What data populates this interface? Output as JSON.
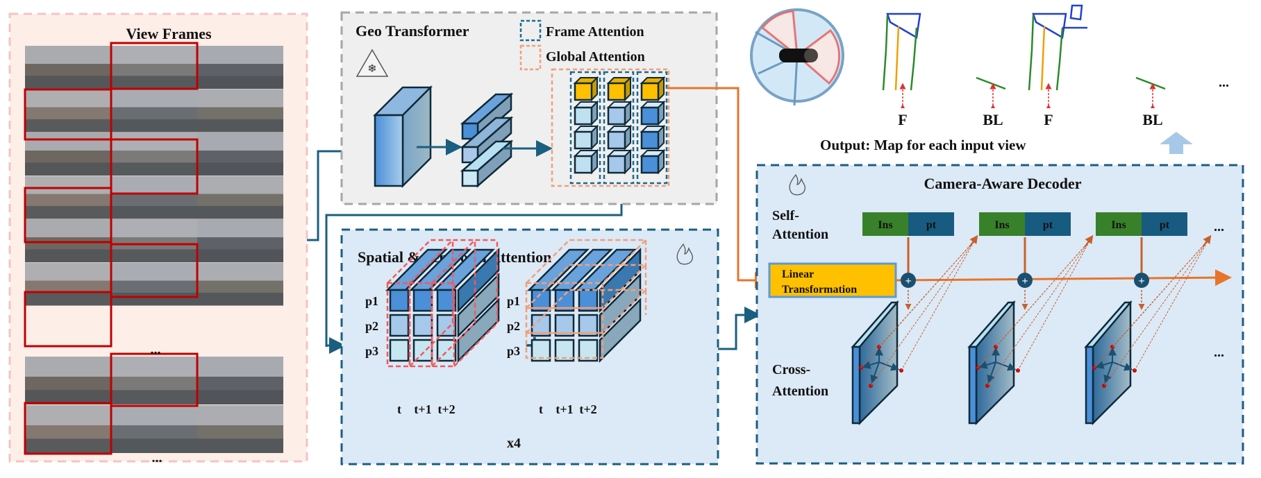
{
  "view_frames": {
    "title": "View Frames",
    "ellipsis_mid": "...",
    "ellipsis_bottom": "...",
    "colors": {
      "panel_bg": "#fdeee8",
      "panel_border": "#f2c4c4",
      "highlight": "#c00000"
    }
  },
  "geo_transformer": {
    "title": "Geo Transformer",
    "icon": "snowflake-warning-icon",
    "legend": [
      {
        "label": "Frame Attention",
        "color": "#1a6b8f"
      },
      {
        "label": "Global Attention",
        "color": "#f0a07a"
      }
    ],
    "colors": {
      "panel_bg": "#efefef",
      "panel_border": "#a6a6a6",
      "query_token": "#ffc000"
    }
  },
  "spatial_temporal": {
    "title": "Spatial & Temporal Attention",
    "icon": "flame-icon",
    "rows": [
      "p1",
      "p2",
      "p3"
    ],
    "cols": [
      "t",
      "t+1",
      "t+2"
    ],
    "plus": "+",
    "repeat": "x4",
    "colors": {
      "panel_bg": "#dce9f6",
      "panel_border": "#1a5f80",
      "spatial": "#f05a5a",
      "temporal": "#f0a07a"
    }
  },
  "output": {
    "title": "Output: Map for each input view",
    "views": [
      {
        "label": "F"
      },
      {
        "label": "BL"
      },
      {
        "label": "F"
      },
      {
        "label": "BL"
      }
    ],
    "ellipsis": "...",
    "colors": {
      "divider": "#2a8a2a",
      "boundary": "#2040d0",
      "ped_crossing": "#f0a000"
    }
  },
  "decoder": {
    "title": "Camera-Aware Decoder",
    "icon": "flame-icon",
    "self_attention_label": [
      "Self-",
      "Attention"
    ],
    "cross_attention_label": [
      "Cross-",
      "Attention"
    ],
    "linear_transformation": [
      "Linear",
      "Transformation"
    ],
    "queries": [
      {
        "ins": "Ins",
        "pt": "pt"
      },
      {
        "ins": "Ins",
        "pt": "pt"
      },
      {
        "ins": "Ins",
        "pt": "pt"
      }
    ],
    "ellipsis_top": "...",
    "ellipsis_bottom": "...",
    "colors": {
      "panel_bg": "#dce9f6",
      "panel_border": "#1a5f80",
      "ins": "#38812a",
      "pt": "#175b80",
      "flow": "#e8742a"
    }
  }
}
